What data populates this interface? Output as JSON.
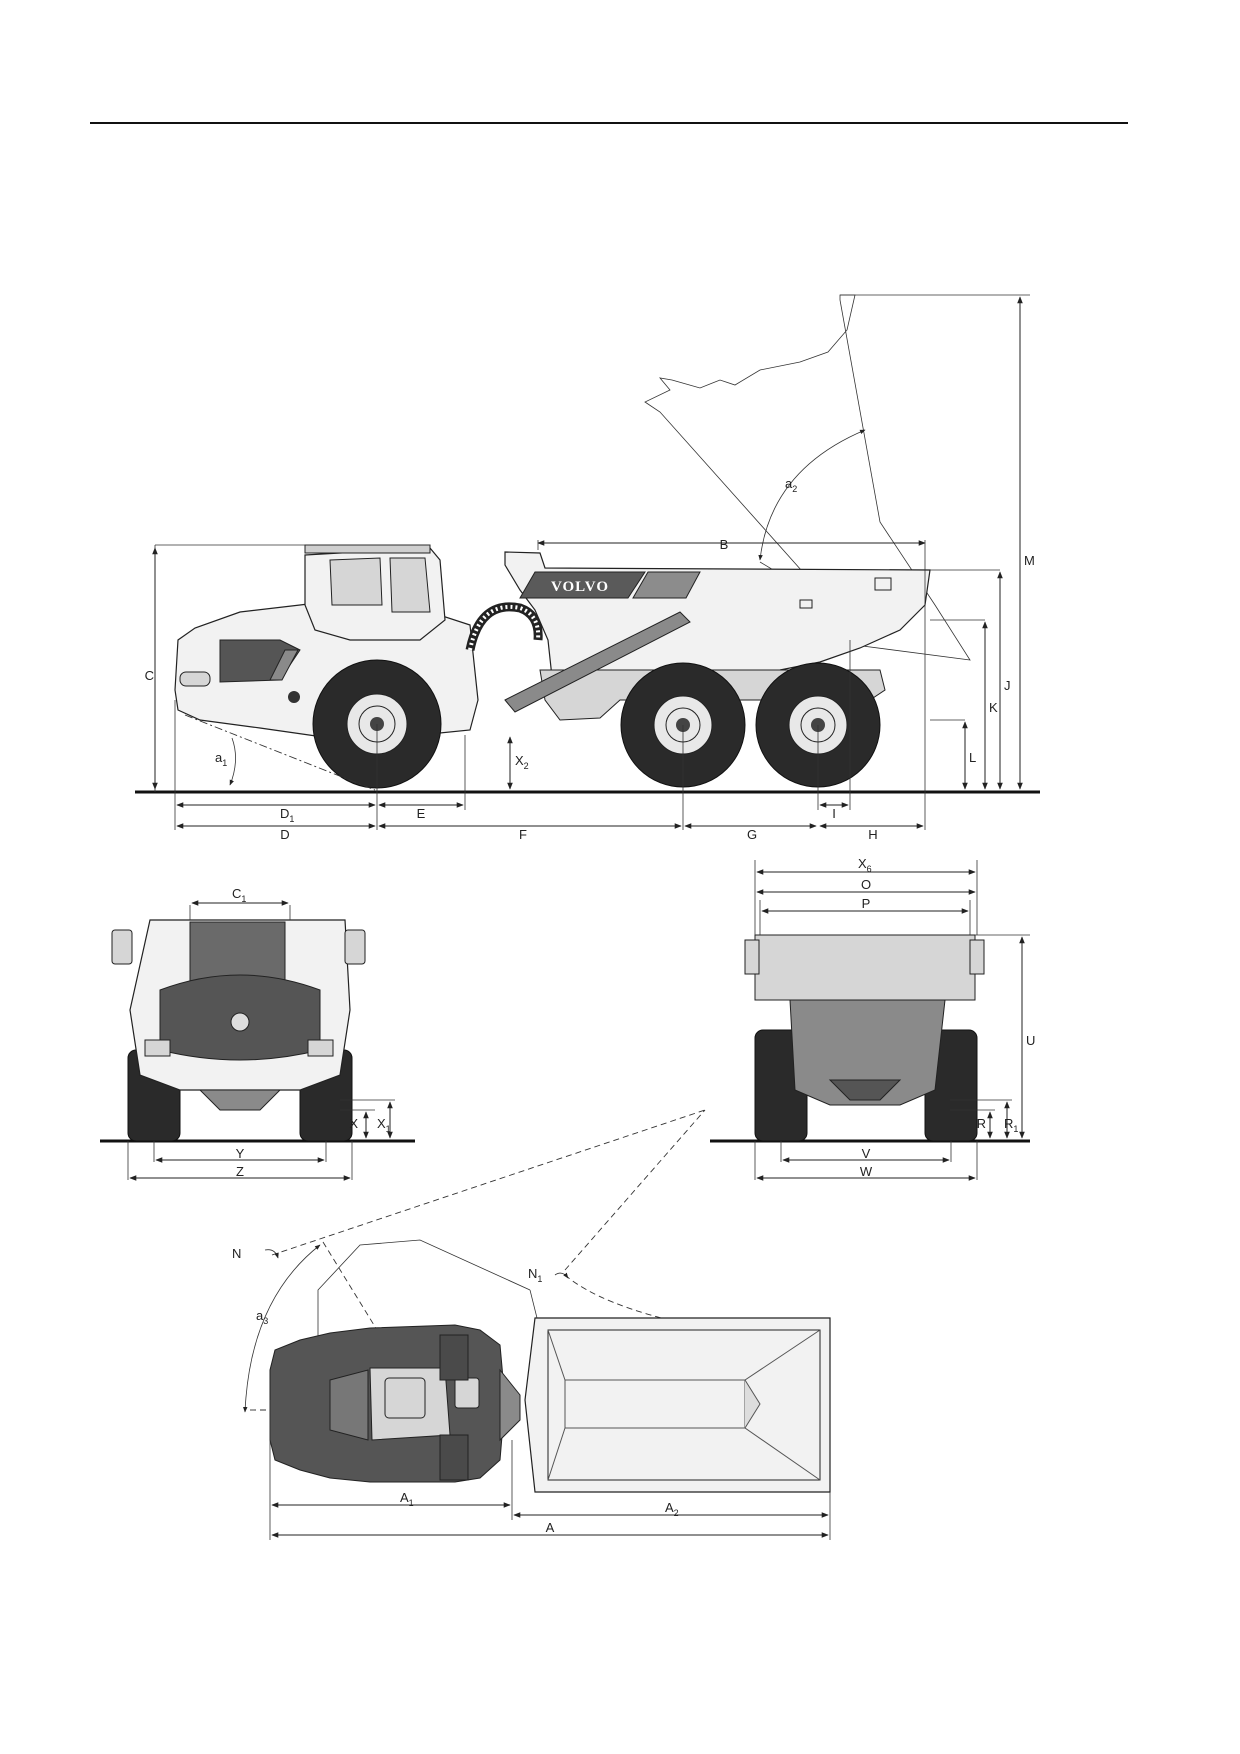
{
  "brand": "VOLVO",
  "labels": {
    "B": "B",
    "C": "C",
    "M": "M",
    "J": "J",
    "K": "K",
    "L": "L",
    "a1": "a",
    "a1_sub": "1",
    "a2": "a",
    "a2_sub": "2",
    "X2": "X",
    "X2_sub": "2",
    "D1": "D",
    "D1_sub": "1",
    "E": "E",
    "D": "D",
    "F": "F",
    "G": "G",
    "H": "H",
    "I": "I",
    "C1": "C",
    "C1_sub": "1",
    "X": "X",
    "X1": "X",
    "X1_sub": "1",
    "Y": "Y",
    "Z": "Z",
    "X6": "X",
    "X6_sub": "6",
    "O": "O",
    "P": "P",
    "U": "U",
    "R": "R",
    "R1": "R",
    "R1_sub": "1",
    "V": "V",
    "W": "W",
    "N": "N",
    "N1": "N",
    "N1_sub": "1",
    "a3": "a",
    "a3_sub": "3",
    "A1": "A",
    "A1_sub": "1",
    "A2": "A",
    "A2_sub": "2",
    "A": "A"
  }
}
